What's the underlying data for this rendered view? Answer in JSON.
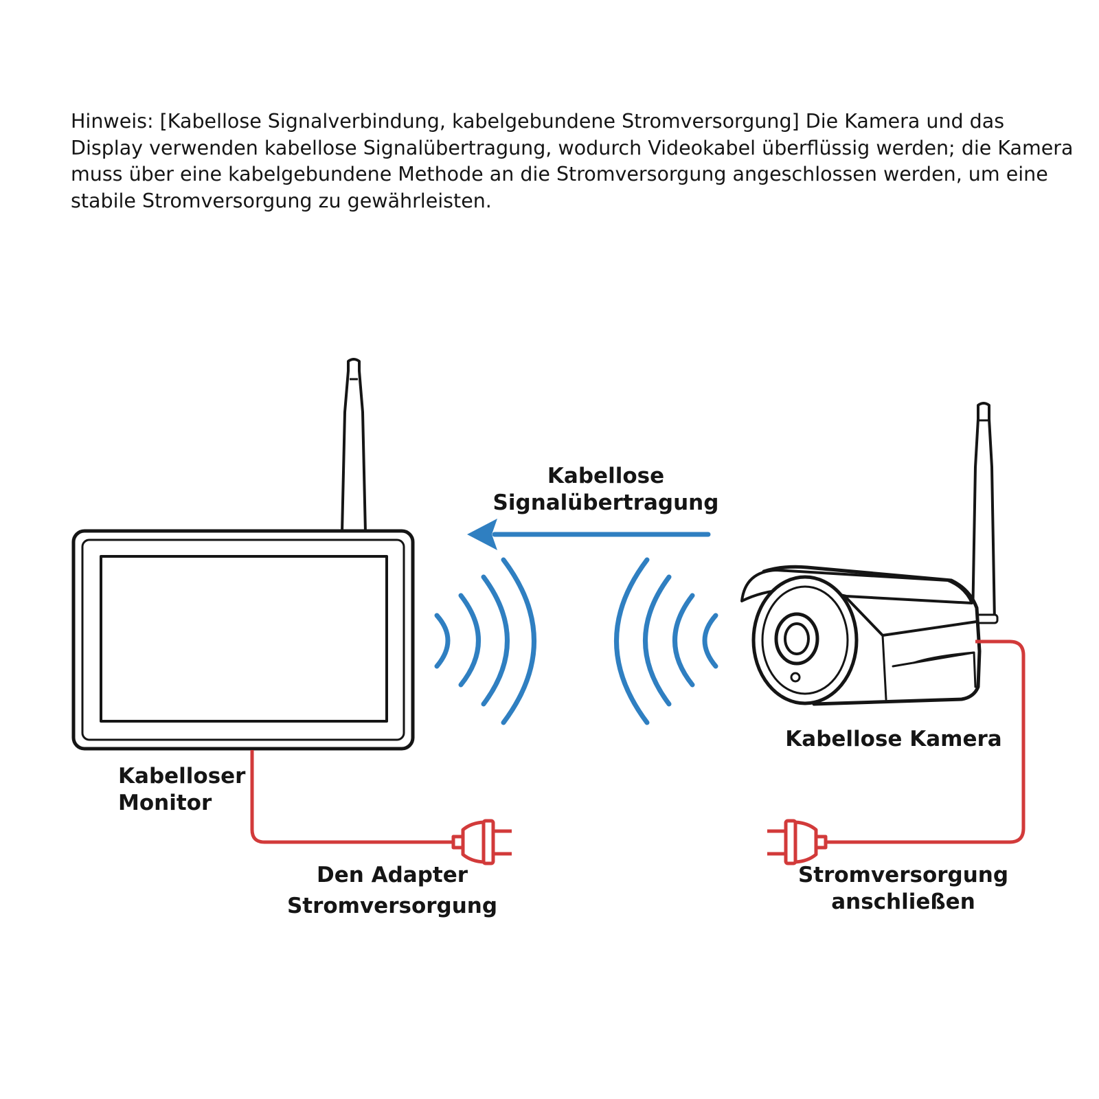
{
  "note": {
    "text": "Hinweis: [Kabellose Signalverbindung, kabelgebundene Stromversorgung] Die Kamera und das Display verwenden kabellose Signalübertragung, wodurch Videokabel überflüssig werden; die Kamera muss über eine kabelgebundene Methode an die Stromversorgung angeschlossen werden, um eine stabile Stromversorgung zu gewährleisten."
  },
  "labels": {
    "signal_line1": "Kabellose",
    "signal_line2": "Signalübertragung",
    "monitor_line1": "Kabelloser",
    "monitor_line2": "Monitor",
    "camera": "Kabellose Kamera",
    "adapter_line1": "Den Adapter",
    "adapter_line2": "Stromversorgung",
    "power_line1": "Stromversorgung",
    "power_line2": "anschließen"
  },
  "colors": {
    "signal": "#2f7fc1",
    "power": "#d23a3a",
    "outline": "#151515"
  },
  "icons": [
    "monitor-icon",
    "antenna-icon",
    "wireless-signal-icon",
    "arrow-left-icon",
    "bullet-camera-icon",
    "power-plug-icon"
  ]
}
